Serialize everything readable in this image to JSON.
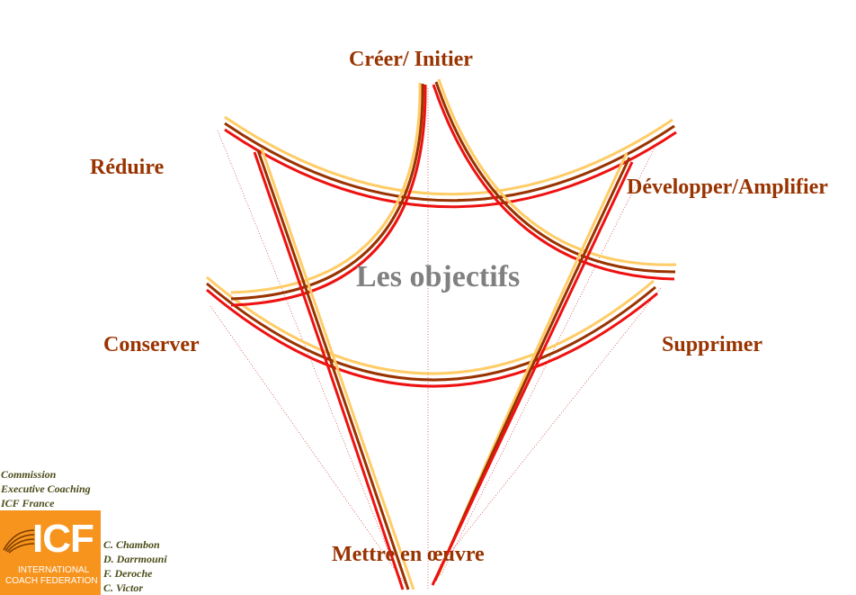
{
  "diagram": {
    "title": "Les objectifs",
    "labels": {
      "top": "Créer/ Initier",
      "upper_left": "Réduire",
      "upper_right": "Développer/Amplifier",
      "lower_left": "Conserver",
      "lower_right": "Supprimer",
      "bottom": "Mettre en œuvre"
    }
  },
  "footer": {
    "commission": [
      "Commission",
      "Executive Coaching",
      "ICF France"
    ],
    "logo_text": "ICF",
    "logo_subtitle": [
      "INTERNATIONAL",
      "COACH FEDERATION"
    ],
    "authors": [
      "C. Chambon",
      "D. Darrmouni",
      "F. Deroche",
      "C. Victor"
    ]
  },
  "colors": {
    "label_text": "#993300",
    "title_text": "#808080",
    "curve_red": "#ee1111",
    "curve_brown": "#993300",
    "curve_gold": "#ffcc66",
    "logo_orange": "#f7941d"
  }
}
